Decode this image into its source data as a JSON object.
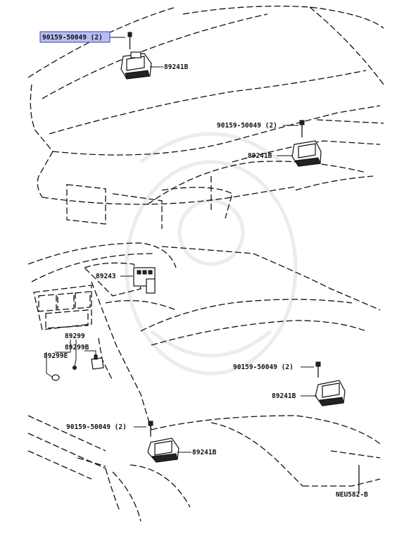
{
  "labels": {
    "bolt_top_left": "90159-50049 (2)",
    "horn_top_left": "89241B",
    "bolt_top_right": "90159-50049 (2)",
    "horn_top_right": "89241B",
    "computer": "89243",
    "switch_a": "89299",
    "switch_b": "89299B",
    "switch_c": "89299E",
    "bolt_bottom_right": "90159-50049 (2)",
    "horn_bottom_right": "89241B",
    "bolt_bottom_left": "90159-50049 (2)",
    "horn_bottom_left": "89241B",
    "diagram_code": "NEU582-B"
  },
  "colors": {
    "highlight_fill": "#b9bdf2",
    "highlight_border": "#3a44b8",
    "line": "#111111"
  }
}
